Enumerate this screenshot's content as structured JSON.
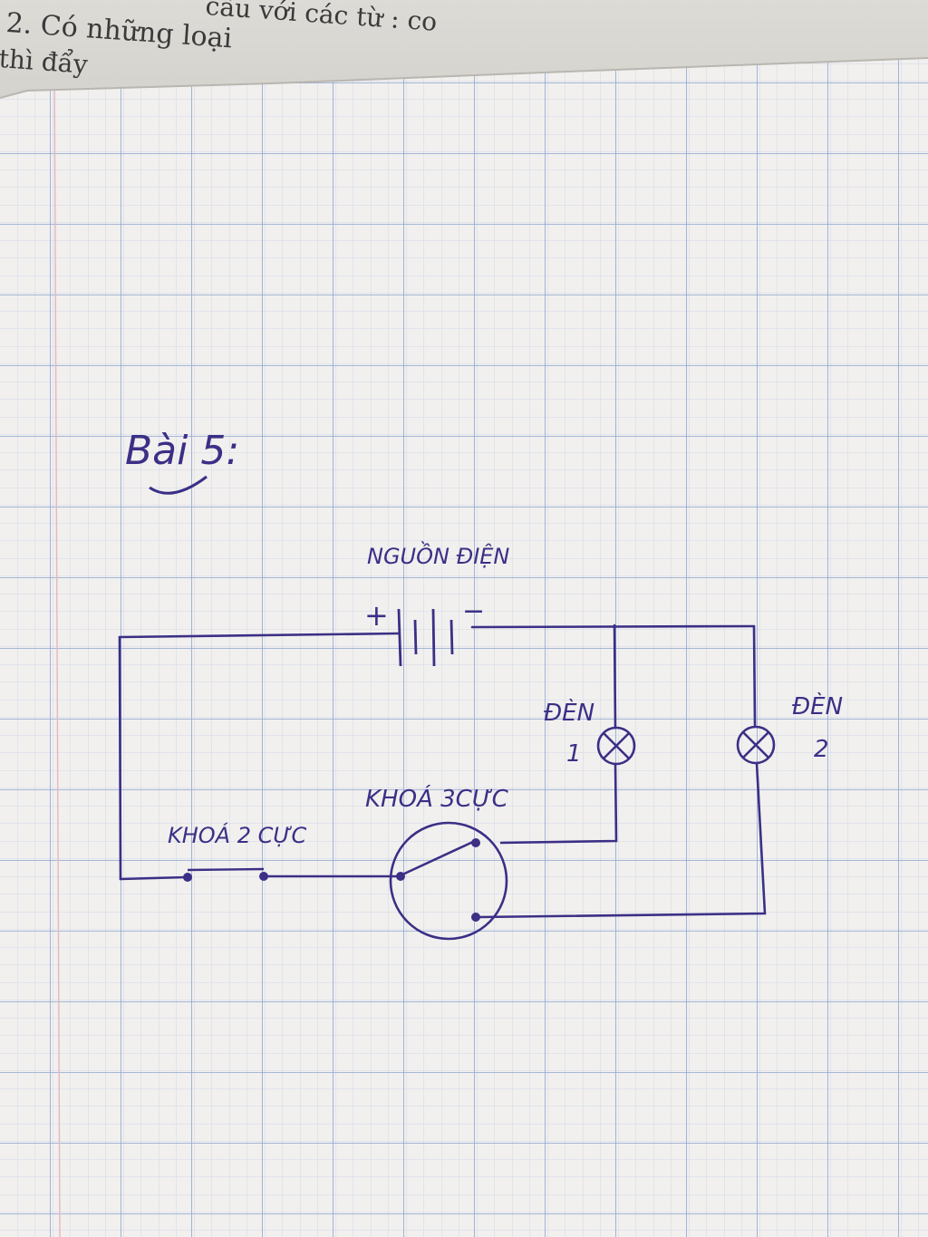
{
  "book": {
    "line_top": "câu với các từ : co",
    "line_1": "2. Có những loại",
    "line_2": "thì đẩy"
  },
  "diagram": {
    "title": "Bài 5:",
    "source_label": "NGUỒN ĐIỆN",
    "plus_sign": "+",
    "minus_sign": "−",
    "lamp1_label": "ĐÈN",
    "lamp1_number": "1",
    "lamp2_label": "ĐÈN",
    "lamp2_number": "2",
    "switch3_label": "KHOÁ 3CỰC",
    "switch2_label": "KHOÁ 2 CỰC"
  },
  "colors": {
    "ink": "#3b2f86",
    "grid": "#9fb3d6",
    "paper": "#f1f0ee",
    "margin": "#e6b7c0"
  }
}
